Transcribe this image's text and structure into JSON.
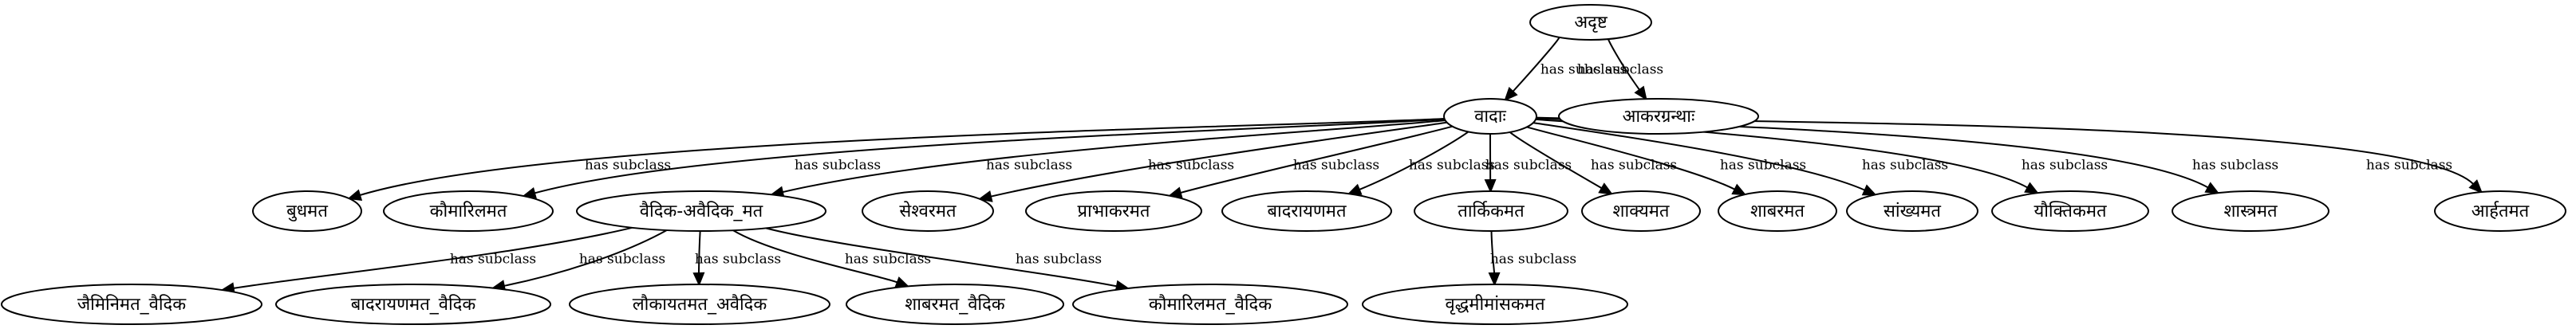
{
  "nodes": [
    {
      "id": "n_root",
      "label": "अदृष्ट"
    },
    {
      "id": "n_vada",
      "label": "वादाः"
    },
    {
      "id": "n_akara",
      "label": "आकरग्रन्थाः"
    },
    {
      "id": "n_budha",
      "label": "बुधमत"
    },
    {
      "id": "n_kumarila",
      "label": "कौमारिलमत"
    },
    {
      "id": "n_vaidika",
      "label": "वैदिक-अवैदिक_मत"
    },
    {
      "id": "n_seshvara",
      "label": "सेश्वरमत"
    },
    {
      "id": "n_prabhakara",
      "label": "प्राभाकरमत"
    },
    {
      "id": "n_badarayana",
      "label": "बादरायणमत"
    },
    {
      "id": "n_tarkika",
      "label": "तार्किकमत"
    },
    {
      "id": "n_shakya",
      "label": "शाक्यमत"
    },
    {
      "id": "n_shabara",
      "label": "शाबरमत"
    },
    {
      "id": "n_sankhya",
      "label": "सांख्यमत"
    },
    {
      "id": "n_yaukti",
      "label": "यौक्तिकमत"
    },
    {
      "id": "n_shastra",
      "label": "शास्त्रमत"
    },
    {
      "id": "n_arhata",
      "label": "आर्हतमत"
    },
    {
      "id": "n_jaimini_v",
      "label": "जैमिनिमत_वैदिक"
    },
    {
      "id": "n_badarayana_v",
      "label": "बादरायणमत_वैदिक"
    },
    {
      "id": "n_lokayata",
      "label": "लौकायतमत_अवैदिक"
    },
    {
      "id": "n_shabara_v",
      "label": "शाबरमत_वैदिक"
    },
    {
      "id": "n_kumarila_v",
      "label": "कौमारिलमत_वैदिक"
    },
    {
      "id": "n_vriddha",
      "label": "वृद्धमीमांसकमत"
    }
  ],
  "edges": [
    {
      "from": "n_root",
      "to": "n_vada",
      "label": "has subclass"
    },
    {
      "from": "n_root",
      "to": "n_akara",
      "label": "has subclass"
    },
    {
      "from": "n_vada",
      "to": "n_budha",
      "label": "has subclass"
    },
    {
      "from": "n_vada",
      "to": "n_kumarila",
      "label": "has subclass"
    },
    {
      "from": "n_vada",
      "to": "n_vaidika",
      "label": "has subclass"
    },
    {
      "from": "n_vada",
      "to": "n_seshvara",
      "label": "has subclass"
    },
    {
      "from": "n_vada",
      "to": "n_prabhakara",
      "label": "has subclass"
    },
    {
      "from": "n_vada",
      "to": "n_badarayana",
      "label": "has subclass"
    },
    {
      "from": "n_vada",
      "to": "n_tarkika",
      "label": "has subclass"
    },
    {
      "from": "n_vada",
      "to": "n_shakya",
      "label": "has subclass"
    },
    {
      "from": "n_vada",
      "to": "n_shabara",
      "label": "has subclass"
    },
    {
      "from": "n_vada",
      "to": "n_sankhya",
      "label": "has subclass"
    },
    {
      "from": "n_vada",
      "to": "n_yaukti",
      "label": "has subclass"
    },
    {
      "from": "n_vada",
      "to": "n_shastra",
      "label": "has subclass"
    },
    {
      "from": "n_vada",
      "to": "n_arhata",
      "label": "has subclass"
    },
    {
      "from": "n_vaidika",
      "to": "n_jaimini_v",
      "label": "has subclass"
    },
    {
      "from": "n_vaidika",
      "to": "n_badarayana_v",
      "label": "has subclass"
    },
    {
      "from": "n_vaidika",
      "to": "n_lokayata",
      "label": "has subclass"
    },
    {
      "from": "n_vaidika",
      "to": "n_shabara_v",
      "label": "has subclass"
    },
    {
      "from": "n_vaidika",
      "to": "n_kumarila_v",
      "label": "has subclass"
    },
    {
      "from": "n_tarkika",
      "to": "n_vriddha",
      "label": "has subclass"
    }
  ]
}
